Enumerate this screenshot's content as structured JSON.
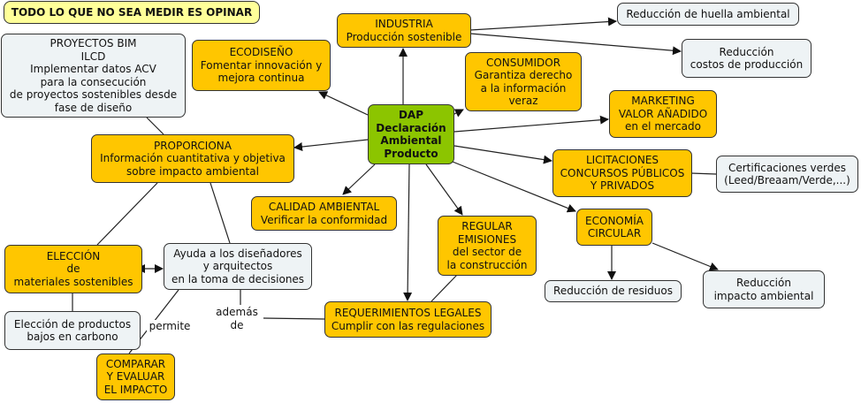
{
  "title": "TODO LO QUE NO SEA MEDIR ES OPINAR",
  "colors": {
    "central": "#8cc500",
    "concept": "#ffc600",
    "secondary": "#eef3f5",
    "title": "#ffff99",
    "line": "#222222"
  },
  "nodes": {
    "dap": "DAP\nDeclaración\nAmbiental\nProducto",
    "proyectos_bim": "PROYECTOS BIM\nILCD\nImplementar datos ACV\npara la consecución\nde proyectos sostenibles desde\nfase de diseño",
    "ecodiseno": "ECODISEÑO\nFomentar innovación y\nmejora continua",
    "industria": "INDUSTRIA\nProducción sostenible",
    "reduccion_huella": "Reducción de huella ambiental",
    "reduccion_costos": "Reducción\ncostos de producción",
    "consumidor": "CONSUMIDOR\nGarantiza derecho\na la información\nveraz",
    "marketing": "MARKETING\nVALOR AÑADIDO\nen el mercado",
    "proporciona": "PROPORCIONA\nInformación cuantitativa y objetiva\nsobre impacto ambiental",
    "licitaciones": "LICITACIONES\nCONCURSOS PÚBLICOS\nY PRIVADOS",
    "certificaciones": "Certificaciones verdes\n(Leed/Breaam/Verde,...)",
    "calidad": "CALIDAD AMBIENTAL\nVerificar la conformidad",
    "regular": "REGULAR\nEMISIONES\ndel sector de\nla construcción",
    "economia": "ECONOMÍA\nCIRCULAR",
    "eleccion": "ELECCIÓN\nde\nmateriales sostenibles",
    "ayuda": "Ayuda a los diseñadores\ny arquitectos\nen la toma de decisiones",
    "reduccion_residuos": "Reducción de residuos",
    "reduccion_impacto": "Reducción\nimpacto  ambiental",
    "eleccion_productos": "Elección de productos\nbajos en carbono",
    "requerimientos": "REQUERIMIENTOS LEGALES\nCumplir con las regulaciones",
    "comparar": "COMPARAR\nY EVALUAR\nEL IMPACTO"
  },
  "link_labels": {
    "permite": "permite",
    "ademas_de": "además\nde"
  }
}
